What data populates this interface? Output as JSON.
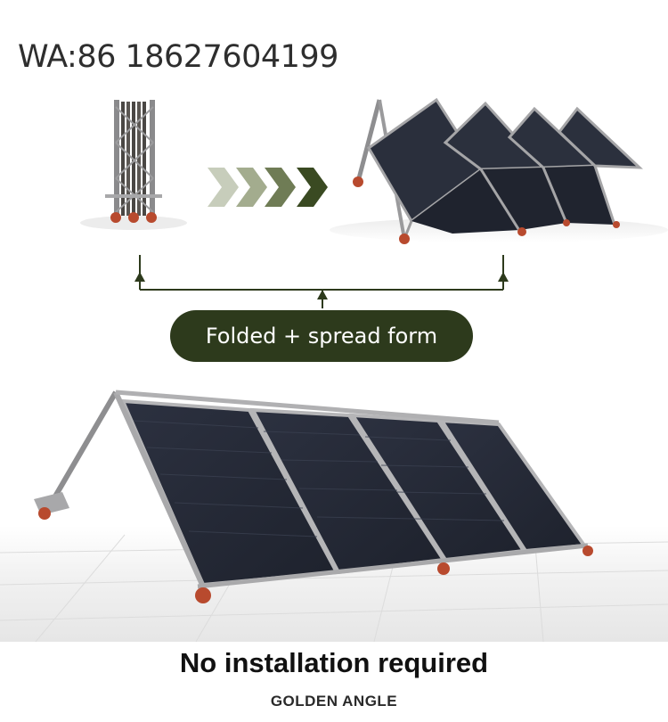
{
  "contact": {
    "whatsapp": "WA:86 18627604199"
  },
  "diagram": {
    "label": "Folded + spread form"
  },
  "footer": {
    "headline": "No installation required",
    "subtitle": "GOLDEN ANGLE"
  },
  "colors": {
    "pill_bg": "#2d3a1c",
    "arrow_dark": "#3a4a22",
    "arrow_mid": "#6f7c55",
    "arrow_light": "#c7cdbb",
    "panel": "#252a38",
    "frame": "#b0b0b2",
    "foot": "#b84a2e"
  }
}
